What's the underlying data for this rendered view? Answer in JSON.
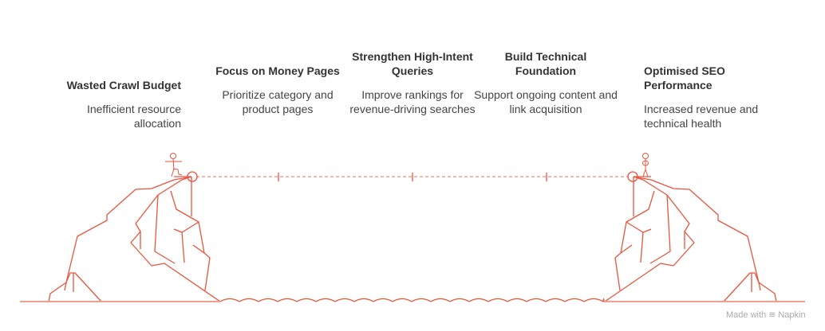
{
  "steps": [
    {
      "title": "Wasted Crawl Budget",
      "desc": "Inefficient resource allocation"
    },
    {
      "title": "Focus on Money Pages",
      "desc": "Prioritize category and product pages"
    },
    {
      "title": "Strengthen High-Intent Queries",
      "desc": "Improve rankings for revenue-driving searches"
    },
    {
      "title": "Build Technical Foundation",
      "desc": "Support ongoing content and link acquisition"
    },
    {
      "title": "Optimised SEO Performance",
      "desc": "Increased revenue and technical health"
    }
  ],
  "branding": {
    "made_with": "Made with",
    "name": "Napkin"
  },
  "colors": {
    "accent": "#e8553e",
    "ground": "#f0a090"
  }
}
